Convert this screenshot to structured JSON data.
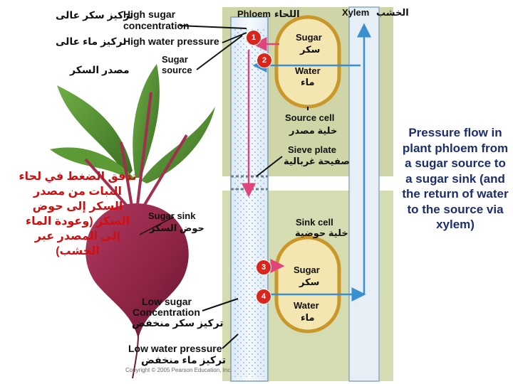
{
  "labels": {
    "xylem": "Xylem",
    "xylem_ar": "الخشب",
    "phloem": "Phloem",
    "phloem_ar": "اللحاء",
    "high_sugar_ar": "تركيز سكر عالى",
    "high_sugar_line1": "High sugar",
    "high_sugar_line2": "concentration",
    "high_water_ar": "تركيز ماء عالى",
    "high_water": "High water pressure",
    "sugar_source_ar": "مصدر السكر",
    "sugar_source_line1": "Sugar",
    "sugar_source_line2": "source",
    "sugar_top": "Sugar",
    "sugar_top_ar": "سكر",
    "water_top": "Water",
    "water_top_ar": "ماء",
    "source_cell": "Source cell",
    "source_cell_ar": "خلية مصدر",
    "sieve_plate": "Sieve plate",
    "sieve_plate_ar": "صفيحة غربالية",
    "red_ar": "تدفق الضغط في لحاء النبات من مصدر السكر إلى حوض السكر (وعودة الماء إلى المصدر عبر الخشب)",
    "sugar_sink": "Sugar sink",
    "sugar_sink_ar": "حوض السكر",
    "sink_cell": "Sink cell",
    "sink_cell_ar": "خلية حوضية",
    "sugar_bottom": "Sugar",
    "sugar_bottom_ar": "سكر",
    "water_bottom": "Water",
    "water_bottom_ar": "ماء",
    "low_sugar_line1": "Low sugar",
    "low_sugar_line2": "Concentration",
    "low_sugar_ar": "تركيز سكر منخفض",
    "low_water": "Low water pressure",
    "low_water_ar": "تركيز ماء منخفض",
    "copyright": "Copyright © 2005 Pearson Education, Inc.",
    "caption": "Pressure flow in plant phloem from a sugar source to a sugar sink (and the return of water to the source via xylem)"
  },
  "steps": [
    "1",
    "2",
    "3",
    "4"
  ],
  "colors": {
    "caption": "#1c2e6e",
    "arabic_title": "#d01010",
    "badge": "#d8261c",
    "phloem_flow": "#e0457a",
    "xylem_flow": "#3a8fd0",
    "cell_fill": "#f4e6b0",
    "cell_border": "#c9972a",
    "tissue_background": "#cfd5a6",
    "beet_root": "#8c2443",
    "leaf": "#4e8a2f"
  }
}
